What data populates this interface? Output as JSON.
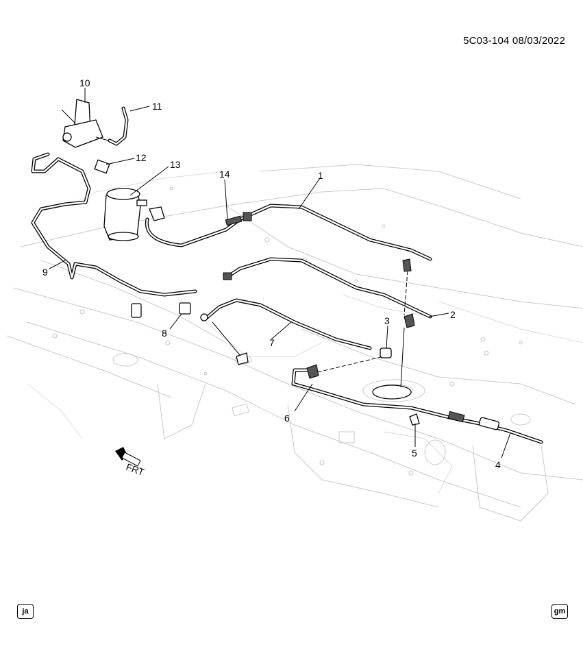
{
  "header": {
    "doc_reference": "5C03-104  08/03/2022"
  },
  "callouts": [
    "1",
    "2",
    "3",
    "4",
    "5",
    "6",
    "7",
    "8",
    "9",
    "10",
    "11",
    "12",
    "13",
    "14"
  ],
  "direction_label": "FRT",
  "badges": {
    "left": "ja",
    "right": "gm"
  }
}
